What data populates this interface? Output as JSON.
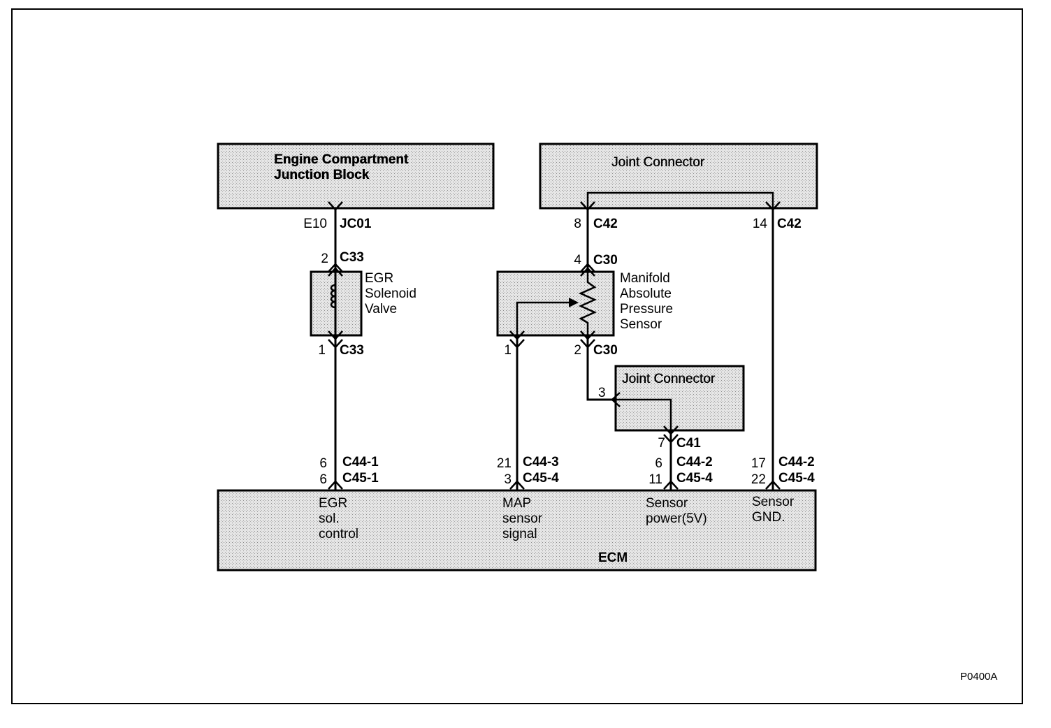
{
  "diagram": {
    "figure_id": "P0400A",
    "blocks": {
      "engine_junction": "Engine Compartment\nJunction Block",
      "joint_top": "Joint Connector",
      "joint_mid": "Joint Connector",
      "ecm": "ECM"
    },
    "components": {
      "egr_valve": "EGR\nSolenoid\nValve",
      "map_sensor": "Manifold\nAbsolute\nPressure\nSensor"
    },
    "ecm_pins": {
      "egr": "EGR\nsol.\ncontrol",
      "map": "MAP\nsensor\nsignal",
      "power": "Sensor\npower(5V)",
      "gnd": "Sensor\nGND."
    },
    "connectors": {
      "e10": "E10",
      "jc01": "JC01",
      "c33_top_pin": "2",
      "c33_top": "C33",
      "c33_bot_pin": "1",
      "c33_bot": "C33",
      "c42_left_pin": "8",
      "c42_left": "C42",
      "c42_right_pin": "14",
      "c42_right": "C42",
      "c30_top_pin": "4",
      "c30_top": "C30",
      "map_pin1": "1",
      "c30_bot_pin": "2",
      "c30_bot": "C30",
      "joint_pin3": "3",
      "c41_pin": "7",
      "c41": "C41",
      "egr_c44_pin": "6",
      "egr_c44": "C44-1",
      "egr_c45_pin": "6",
      "egr_c45": "C45-1",
      "map_c44_pin": "21",
      "map_c44": "C44-3",
      "map_c45_pin": "3",
      "map_c45": "C45-4",
      "pwr_c44_pin": "6",
      "pwr_c44": "C44-2",
      "pwr_c45_pin": "11",
      "pwr_c45": "C45-4",
      "gnd_c44_pin": "17",
      "gnd_c44": "C44-2",
      "gnd_c45_pin": "22",
      "gnd_c45": "C45-4"
    },
    "colors": {
      "line": "#000000",
      "block_fill": "#d9d9d9"
    }
  }
}
